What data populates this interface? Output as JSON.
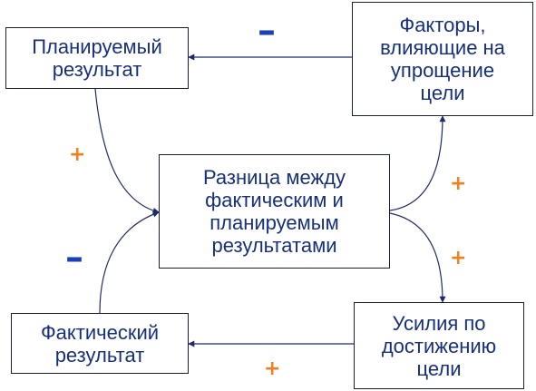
{
  "boxes": {
    "planned_result": "Планируемый\nрезультат",
    "factors": "Факторы,\nвлияющие на\nупрощение\nцели",
    "difference": "Разница между\nфактическим и\nпланируемым\nрезультатами",
    "actual_result": "Фактический\nрезультат",
    "efforts": "Усилия по\nдостижению\nцели"
  },
  "signs": {
    "factors_to_planned": "–",
    "planned_to_difference": "+",
    "actual_to_difference": "–",
    "difference_to_factors": "+",
    "difference_to_efforts": "+",
    "efforts_to_actual": "+"
  },
  "colors": {
    "text": "#17307e",
    "box_border": "#1a1f3a",
    "arrow": "#1f2a6e",
    "plus": "#f47f20",
    "minus": "#1c3fb8"
  }
}
